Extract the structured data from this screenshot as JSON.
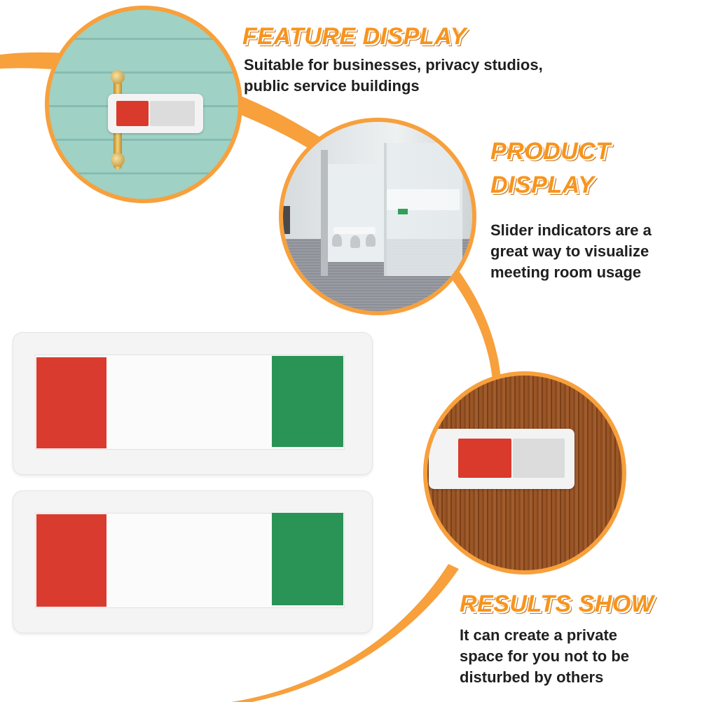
{
  "colors": {
    "accent_orange": "#f7941d",
    "ring_orange": "#f7a03c",
    "indicator_red": "#d93b2f",
    "indicator_green": "#2a9457",
    "text_dark": "#1f1f1f"
  },
  "sections": {
    "feature": {
      "title": "FEATURE DISPLAY",
      "line1": "Suitable for businesses, privacy studios,",
      "line2": "public service buildings"
    },
    "product": {
      "title_line1": "PRODUCT",
      "title_line2": "DISPLAY",
      "line1": "Slider indicators are a",
      "line2": "great way to visualize",
      "line3": "meeting room usage"
    },
    "results": {
      "title": "RESULTS SHOW",
      "line1": "It can create a private",
      "line2": "space for you not to be",
      "line3": "disturbed by others"
    }
  }
}
